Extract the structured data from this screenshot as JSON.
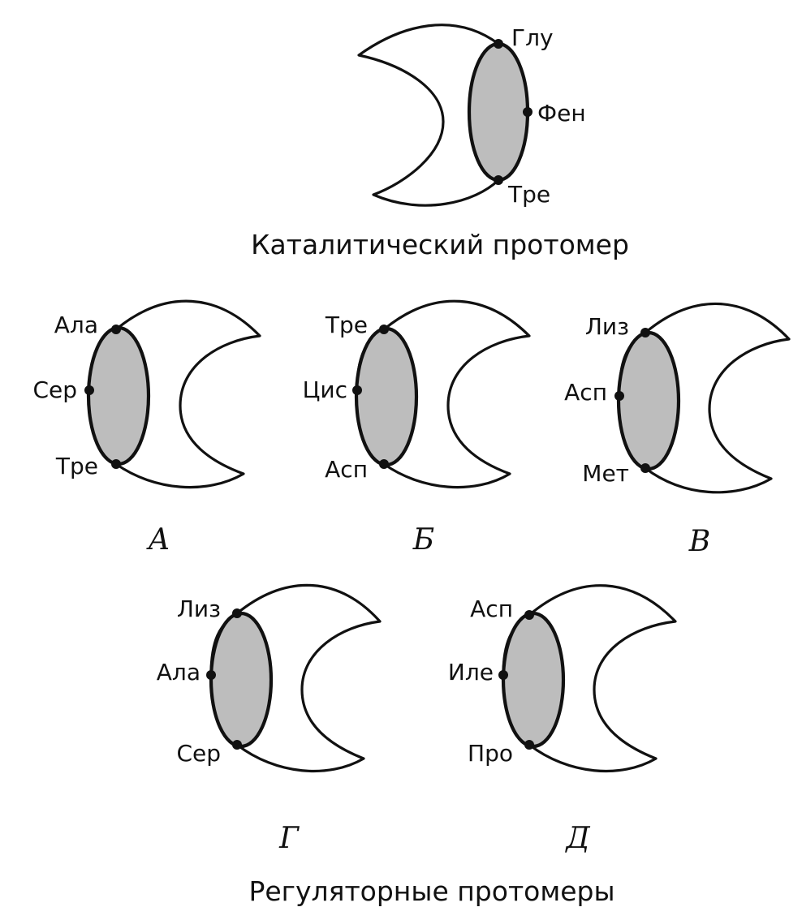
{
  "catalytic": {
    "sites": [
      "Глу",
      "Фен",
      "Тре"
    ],
    "caption": "Каталитический протомер"
  },
  "regulatory": [
    {
      "letter": "А",
      "sites": [
        "Ала",
        "Сер",
        "Тре"
      ]
    },
    {
      "letter": "Б",
      "sites": [
        "Тре",
        "Цис",
        "Асп"
      ]
    },
    {
      "letter": "В",
      "sites": [
        "Лиз",
        "Асп",
        "Мет"
      ]
    },
    {
      "letter": "Г",
      "sites": [
        "Лиз",
        "Ала",
        "Сер"
      ]
    },
    {
      "letter": "Д",
      "sites": [
        "Асп",
        "Иле",
        "Про"
      ]
    }
  ],
  "caption_regulatory": "Регуляторные протомеры",
  "colors": {
    "core_fill": "#bdbdbd",
    "line": "#111111"
  }
}
